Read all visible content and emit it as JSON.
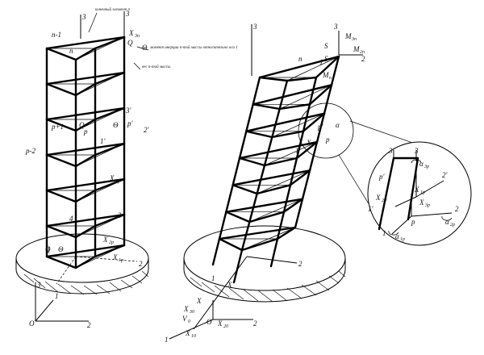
{
  "labels": {
    "n_minus_1": "n-1",
    "p_plus_1": "p+1",
    "p_minus_2": "p-2",
    "n": "n",
    "p": "p",
    "p_prime": "p'",
    "one": "1",
    "one_prime": "1'",
    "two": "2",
    "two_prime": "2'",
    "three": "3",
    "three_prime": "3'",
    "four": "4",
    "O": "O",
    "X": "X",
    "M": "M",
    "S": "S",
    "Q": "Q",
    "alpha": "α",
    "theta": "Θ",
    "V": "V"
  },
  "notes": {
    "note1": "конечный элемент n",
    "note2": "момент инерции n-той массы относительно оси 1",
    "note3": "вес n-той массы"
  },
  "subscripts": {
    "k1p": "1p",
    "k2p": "2p",
    "k3p": "3p",
    "k1pp": "1 p'",
    "k3n": "3n",
    "kn": "n",
    "k2n": "2n",
    "k1": "1",
    "k2": "2",
    "k3": "3",
    "k0": "0",
    "k10": "10",
    "k20": "20",
    "k30": "30",
    "k2p_prime": "2p'"
  }
}
